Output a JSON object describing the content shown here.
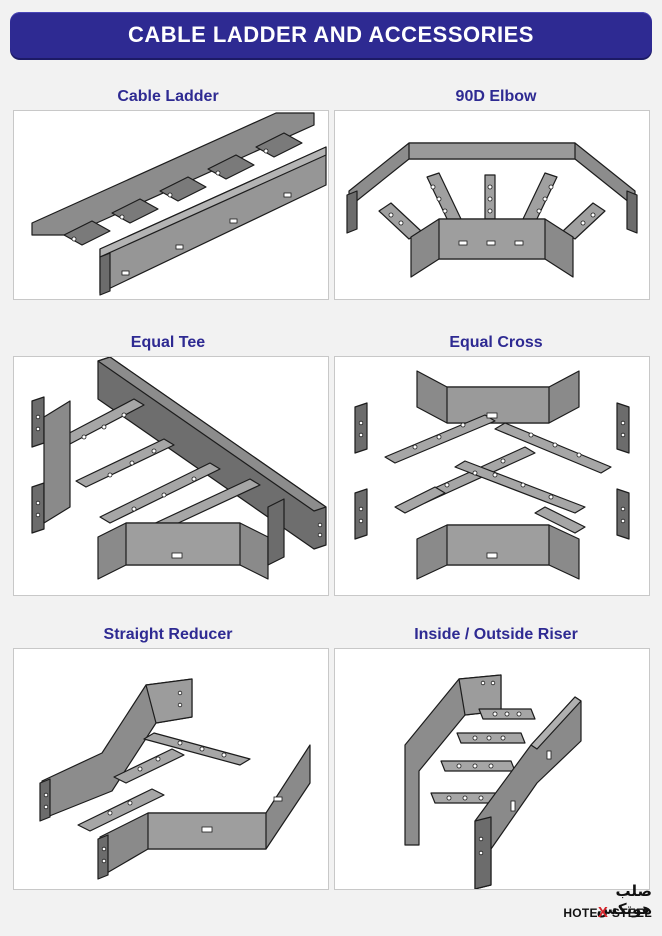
{
  "header": {
    "title": "CABLE LADDER AND ACCESSORIES"
  },
  "products": [
    {
      "name": "Cable Ladder",
      "image_icon": "cable-ladder-drawing"
    },
    {
      "name": "90D Elbow",
      "image_icon": "90-degree-elbow-drawing"
    },
    {
      "name": "Equal Tee",
      "image_icon": "equal-tee-drawing"
    },
    {
      "name": "Equal Cross",
      "image_icon": "equal-cross-drawing"
    },
    {
      "name": "Straight Reducer",
      "image_icon": "straight-reducer-drawing"
    },
    {
      "name": "Inside / Outside Riser",
      "image_icon": "riser-drawing"
    }
  ],
  "logo": {
    "arabic": "صلب هوتكس",
    "x_letter": "X",
    "english_prefix": "HOTE",
    "english_suffix": " STEEL"
  },
  "colors": {
    "header_bg": "#2e2a92",
    "caption": "#2e2a92",
    "steel": "#8a8a8a",
    "steel_dark": "#5e5e5e",
    "accent_red": "#d4232a"
  }
}
